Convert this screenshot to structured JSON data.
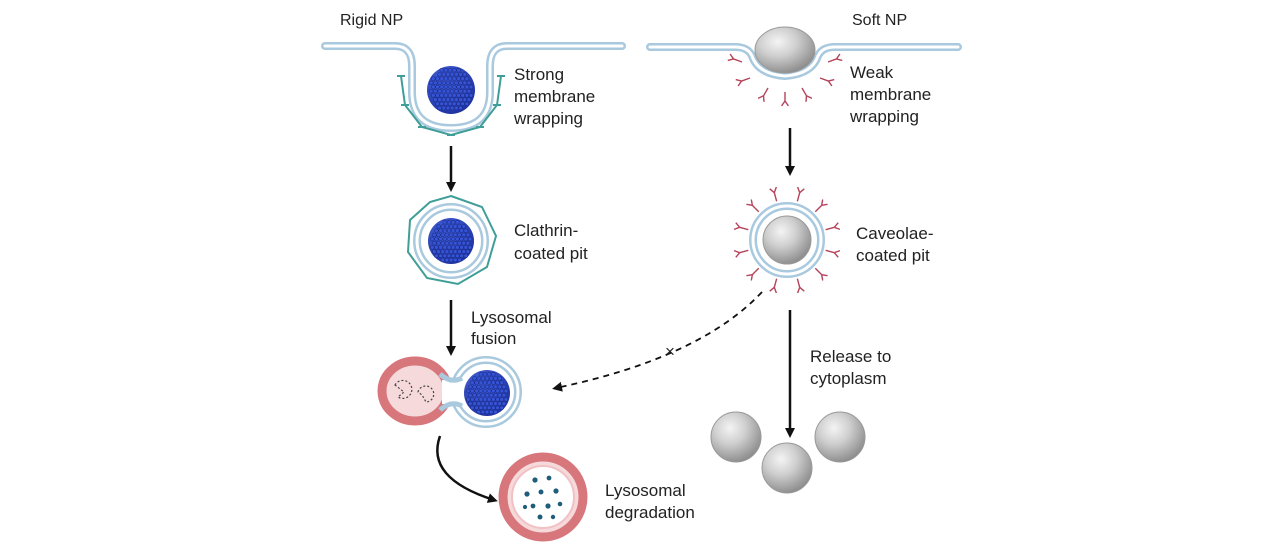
{
  "titles": {
    "rigid": "Rigid NP",
    "soft": "Soft NP"
  },
  "labels": {
    "strong_wrap": [
      "Strong",
      "membrane",
      "wrapping"
    ],
    "weak_wrap": [
      "Weak",
      "membrane",
      "wrapping"
    ],
    "clathrin_pit": [
      "Clathrin-",
      "coated pit"
    ],
    "caveolae_pit": [
      "Caveolae-",
      "coated pit"
    ],
    "lysosomal_fusion": [
      "Lysosomal",
      "fusion"
    ],
    "release": [
      "Release to",
      "cytoplasm"
    ],
    "lysosomal_degradation": [
      "Lysosomal",
      "degradation"
    ]
  },
  "blocked_mark": "×",
  "colors": {
    "membrane_outer": "#a9c9df",
    "membrane_inner": "#ffffff",
    "clathrin": "#3f9e97",
    "caveolin": "#b5435a",
    "rigid_np": "#2f49c8",
    "rigid_np_bead": "#1f34a3",
    "soft_np": "#c9c9c9",
    "lysosome": "#d7777c",
    "lysosome_fill": "#f6d9da",
    "arrow": "#111111"
  }
}
